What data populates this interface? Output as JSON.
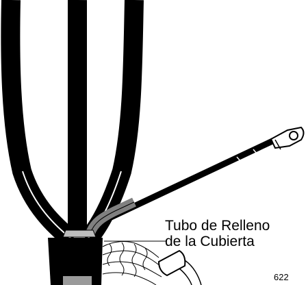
{
  "callout": {
    "line1": "Tubo de Relleno",
    "line2": "de la Cubierta"
  },
  "figure_number": "622",
  "colors": {
    "cable": "#000000",
    "filler_tube": "#808080",
    "background": "#ffffff"
  },
  "icons": {
    "lug": "ring-terminal-lug",
    "shield": "shield-wire-braid"
  }
}
